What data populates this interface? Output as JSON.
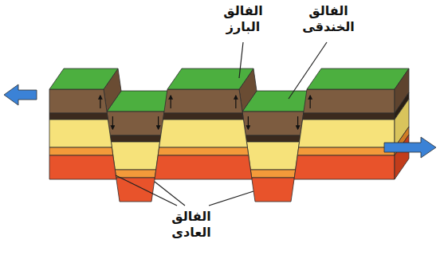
{
  "diagram": {
    "labels": [
      "الفالق البارز",
      "الفالق الخندقى",
      "الفالق العادى"
    ]
  }
}
